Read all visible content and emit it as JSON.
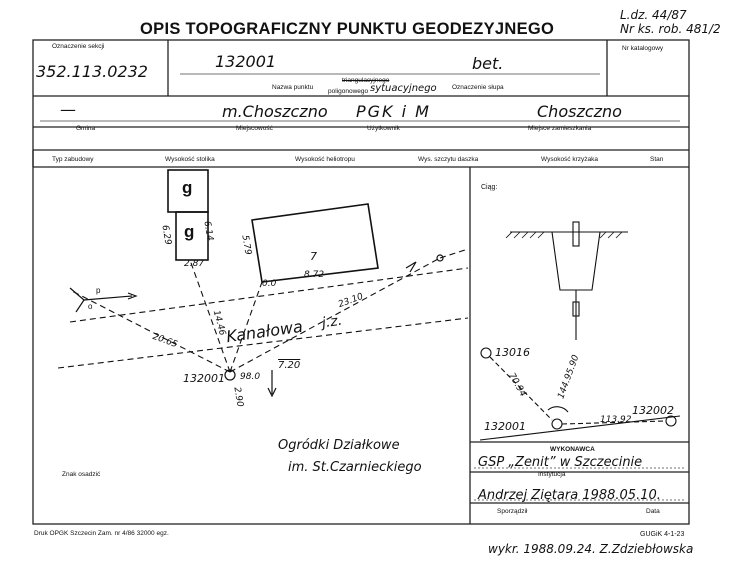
{
  "header": {
    "title": "OPIS TOPOGRAFICZNY PUNKTU GEODEZYJNEGO",
    "ldz": "L.dz. 44/87",
    "nrks": "Nr ks. rob. 481/2"
  },
  "fields": {
    "oznaczenie_label": "Oznaczenie sekcji",
    "oznaczenie_value": "352.113.0232",
    "nr_katalogowy_label": "Nr katalogowy",
    "nazwa_punktu_value": "132001",
    "nazwa_punktu_label": "Nazwa punktu",
    "typ_label_1": "triangulacyjnego",
    "typ_label_2": "poligonowego",
    "typ_label_3": "sytuacyjnego",
    "slup_value": "bet.",
    "slup_label": "Oznaczenie słupa",
    "gmina_value": "—",
    "gmina_label": "Gmina",
    "miejscowosc_value": "m.Choszczno",
    "miejscowosc_label": "Miejscowość",
    "uzytkownik_value": "PGK i M",
    "uzytkownik_label": "Użytkownik",
    "zamieszkania_value": "Choszczno",
    "zamieszkania_label": "Miejsce zamieszkania"
  },
  "row_labels": [
    "Typ zabudowy",
    "Wysokość stolika",
    "Wysokość heliotropu",
    "Wys. szczytu daszka",
    "Wysokość krzyżaka",
    "Stan"
  ],
  "sketch": {
    "g1": "g",
    "g2": "g",
    "building_num": "7",
    "street": "Kanałowa",
    "street_suffix": "j.z.",
    "point": "132001",
    "d1": "6.29",
    "d2": "6.14",
    "d3": "2.87",
    "d4": "5.79",
    "d5": "0.0",
    "d6": "8.72",
    "d7": "23.10",
    "d8": "20.65",
    "d9": "14.46",
    "d10": "98.0",
    "d11": "7.20",
    "d12": "2.90",
    "p": "p",
    "o": "o",
    "garden1": "Ogródki Działkowe",
    "garden2": "im. St.Czarnieckiego",
    "znak_label": "Znak osadzić"
  },
  "right_panel": {
    "ciag_label": "Ciąg:",
    "p1": "13016",
    "p2": "132001",
    "p3": "132002",
    "dist1": "70.94",
    "angle": "144.95.90",
    "dist2": "113.92",
    "wykonawca_label": "WYKONAWCA",
    "instytucja_value": "GSP „Zenit” w Szczecinie",
    "instytucja_label": "Instytucja",
    "sporzadzil_value": "Andrzej Ziętara 1988.05.10.",
    "sporzadzil_label": "Sporządził",
    "data_label": "Data"
  },
  "footer": {
    "druk": "Druk OPGK Szczecin Zam. nr 4/86  32000 egz.",
    "gugik": "GUGiK 4-1-23",
    "wykr": "wykr. 1988.09.24. Z.Zdziebłowska"
  }
}
